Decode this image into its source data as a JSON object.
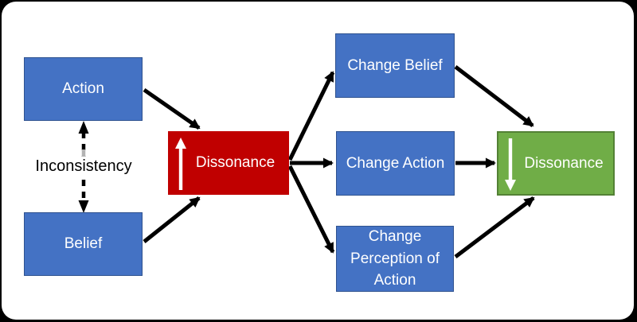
{
  "diagram": {
    "title_hint": "Cognitive dissonance flow diagram",
    "colors": {
      "page_bg": "#000000",
      "canvas_bg": "#ffffff",
      "blue": "#4472C4",
      "blue_border": "#2F528F",
      "red": "#C00000",
      "green": "#70AD47",
      "green_border": "#538135",
      "arrow": "#000000",
      "text_light": "#ffffff",
      "text_dark": "#000000"
    },
    "nodes": {
      "action": {
        "label": "Action",
        "color": "#4472C4"
      },
      "belief": {
        "label": "Belief",
        "color": "#4472C4"
      },
      "dissonance_increase": {
        "label": "Dissonance",
        "color": "#C00000",
        "icon": "arrow-up"
      },
      "change_belief": {
        "label": "Change Belief",
        "color": "#4472C4"
      },
      "change_action": {
        "label": "Change Action",
        "color": "#4472C4"
      },
      "change_perception": {
        "label": "Change Perception of Action",
        "color": "#4472C4"
      },
      "dissonance_decrease": {
        "label": "Dissonance",
        "color": "#70AD47",
        "icon": "arrow-down"
      }
    },
    "labels": {
      "inconsistency": "Inconsistency"
    },
    "edges": [
      {
        "from": "action",
        "to": "dissonance_increase",
        "style": "solid-arrow"
      },
      {
        "from": "belief",
        "to": "dissonance_increase",
        "style": "solid-arrow"
      },
      {
        "from": "action",
        "to": "belief",
        "style": "dashed-double-arrow",
        "label": "Inconsistency"
      },
      {
        "from": "dissonance_increase",
        "to": "change_belief",
        "style": "solid-arrow"
      },
      {
        "from": "dissonance_increase",
        "to": "change_action",
        "style": "solid-arrow"
      },
      {
        "from": "dissonance_increase",
        "to": "change_perception",
        "style": "solid-arrow"
      },
      {
        "from": "change_belief",
        "to": "dissonance_decrease",
        "style": "solid-arrow"
      },
      {
        "from": "change_action",
        "to": "dissonance_decrease",
        "style": "solid-arrow"
      },
      {
        "from": "change_perception",
        "to": "dissonance_decrease",
        "style": "solid-arrow"
      }
    ]
  }
}
